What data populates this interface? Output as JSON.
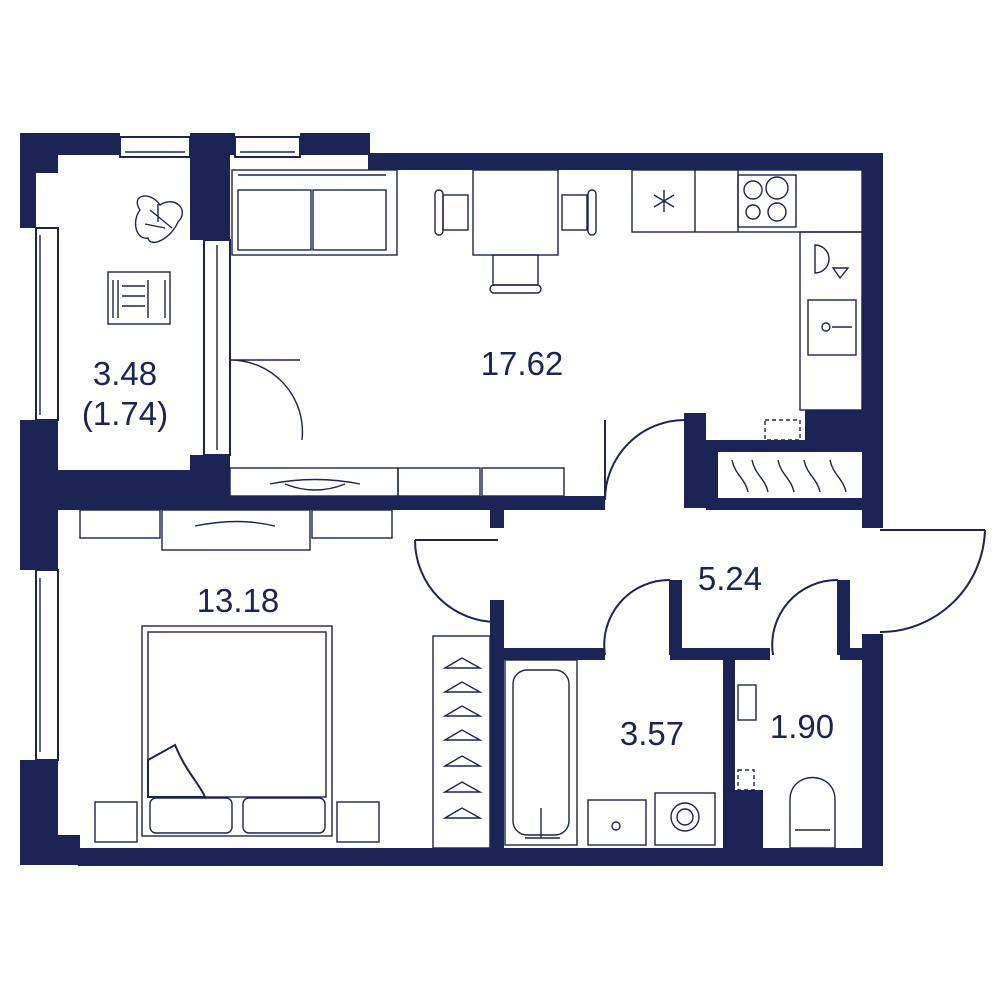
{
  "colors": {
    "wall": "#1c2355",
    "background": "#ffffff"
  },
  "rooms": {
    "balcony": {
      "area": "3.48",
      "area_reduced": "(1.74)"
    },
    "living_kitchen": {
      "area": "17.62"
    },
    "bedroom": {
      "area": "13.18"
    },
    "hall": {
      "area": "5.24"
    },
    "bathroom": {
      "area": "3.57"
    },
    "toilet": {
      "area": "1.90"
    }
  },
  "icons": [
    "plant-icon",
    "balcony-chair-icon",
    "sofa-icon",
    "dining-table-icon",
    "fridge-icon",
    "stove-icon",
    "kitchen-sink-icon",
    "bed-icon",
    "wardrobe-icon",
    "bathtub-icon",
    "washing-machine-icon",
    "toilet-icon"
  ]
}
